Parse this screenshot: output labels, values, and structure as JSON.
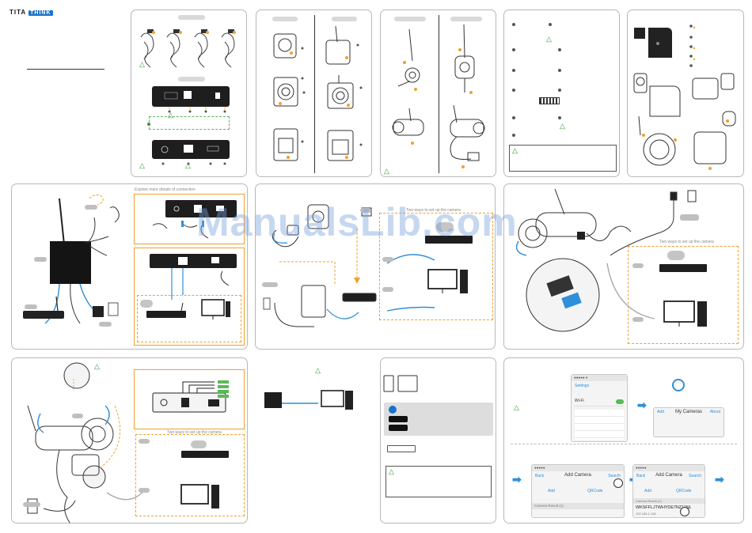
{
  "brand": {
    "name": "TITA",
    "tag": "THINK"
  },
  "watermark": "ManualsLib.com",
  "captions": {
    "explore_details": "Explore more details of connection",
    "two_ways_1": "Two ways to set up the camera",
    "two_ways_2": "Two ways to set up the camera",
    "two_ways_3": "Two ways to set up the camera"
  },
  "app": {
    "settings_wifi": "Wi-Fi",
    "settings_header": "Settings",
    "add_camera_title": "Add Camera",
    "my_cameras_title": "My Cameras",
    "back": "Back",
    "search": "Search",
    "add": "Add",
    "about": "About",
    "add_btn": "Add",
    "qrcode_btn": "QRCode",
    "found_label": "Camera Result (1)",
    "uid": "WKSFFLJTWHYDE7NZ11NL",
    "ip": "192.168.1.108"
  },
  "colors": {
    "accent_orange": "#f0a030",
    "accent_blue": "#2f8fd8",
    "accent_green": "#2e9a3c",
    "brand_blue": "#1a73c9"
  },
  "icons": [
    "caution-triangle-icon",
    "cloud-icon",
    "router-icon",
    "monitor-icon",
    "power-adapter-icon",
    "wall-outlet-icon",
    "tap-hand-icon",
    "arrow-right-icon",
    "app-store-icon",
    "google-play-icon"
  ]
}
